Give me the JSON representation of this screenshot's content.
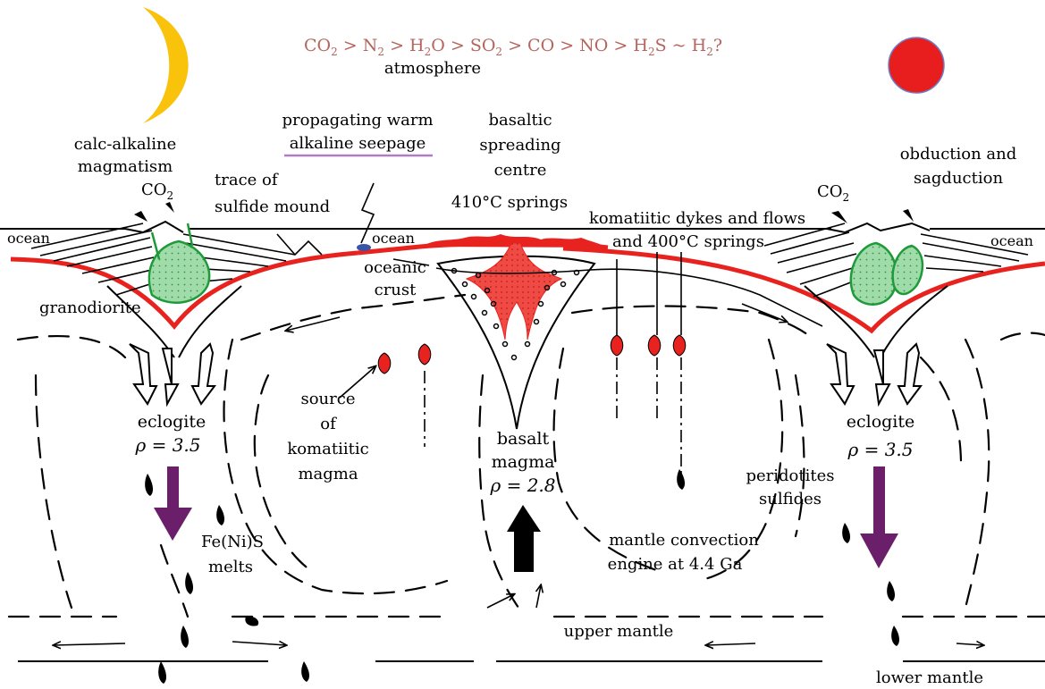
{
  "atmosphere": {
    "formula_parts": {
      "co2": "CO",
      "co2_sub": "2",
      "gt1": " > N",
      "n2_sub": "2",
      "gt2": " > H",
      "h2o_sub": "2",
      "gt3": "O > SO",
      "so2_sub": "2",
      "gt4": " > CO > NO > H",
      "h2s_sub": "2",
      "gt5": "S ~ H",
      "h2_sub": "2",
      "tail": "?"
    },
    "label": "atmosphere"
  },
  "labels": {
    "calc_alkaline_1": "calc-alkaline",
    "calc_alkaline_2": "magmatism",
    "co2_left": "CO",
    "co2_left_sub": "2",
    "co2_right": "CO",
    "co2_right_sub": "2",
    "trace_1": "trace of",
    "trace_2": "sulfide mound",
    "propagating_1": "propagating warm",
    "propagating_2": "alkaline seepage",
    "basaltic_1": "basaltic",
    "basaltic_2": "spreading",
    "basaltic_3": "centre",
    "springs_410": "410°C springs",
    "komatiitic_dykes_1": "komatiitic dykes and flows",
    "komatiitic_dykes_2": "and 400°C springs",
    "obduction_1": "obduction and",
    "obduction_2": "sagduction",
    "ocean_left": "ocean",
    "ocean_mid": "ocean",
    "ocean_right": "ocean",
    "oceanic_crust_1": "oceanic",
    "oceanic_crust_2": "crust",
    "granodiorite": "granodiorite",
    "eclogite_left": "eclogite",
    "rho_left": "ρ = 3.5",
    "eclogite_right": "eclogite",
    "rho_right": "ρ = 3.5",
    "source_1": "source",
    "source_2": "of",
    "source_3": "komatiitic",
    "source_4": "magma",
    "basalt_1": "basalt",
    "basalt_2": "magma",
    "rho_basalt": "ρ = 2.8",
    "fenis_1": "Fe(Ni)S",
    "fenis_2": "melts",
    "peridotites_1": "peridotites",
    "peridotites_2": "sulfides",
    "convection_1": "mantle convection",
    "convection_2": "engine at 4.4 Ga",
    "upper_mantle": "upper mantle",
    "lower_mantle": "lower mantle"
  },
  "colors": {
    "atmosphere_text": "#b5655e",
    "ocean_text": "#3a55a6",
    "eclogite_text": "#8b1a1a",
    "crust_red": "#e8231f",
    "granite_green": "#8fd49a",
    "granite_outline": "#1f9a3a",
    "arrow_purple": "#6b1f6b",
    "moon": "#f9c20b",
    "sun": "#e81e1e",
    "co2_purple": "#6a2a8a",
    "underline_purple": "#b07cc6"
  }
}
